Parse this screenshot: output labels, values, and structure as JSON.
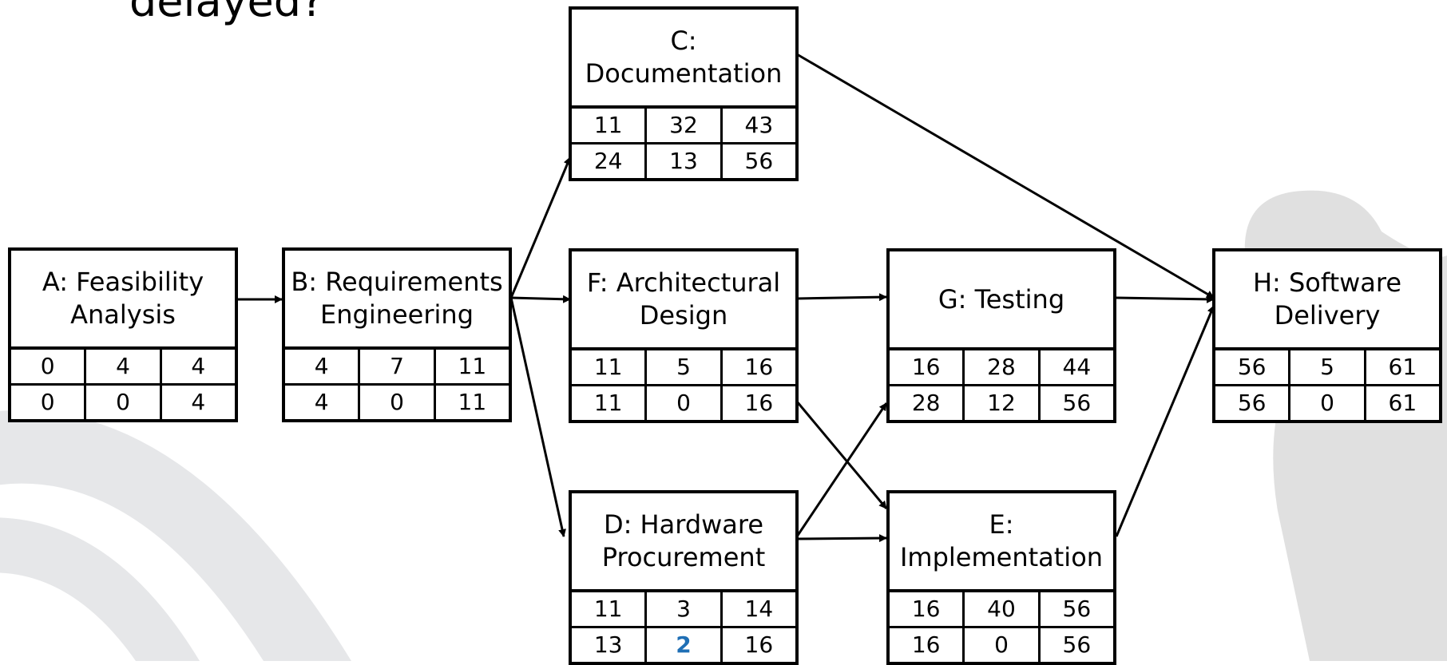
{
  "heading_fragment": "delayed?",
  "colors": {
    "highlight": "#1f6fb5",
    "background_arc": "#e3e4e6",
    "silhouette": "#dcdcdc"
  },
  "nodes": {
    "A": {
      "title": "A: Feasibility Analysis",
      "es": "0",
      "duration": "4",
      "ef": "4",
      "ls": "0",
      "slack": "0",
      "lf": "4"
    },
    "B": {
      "title": "B: Requirements Engineering",
      "es": "4",
      "duration": "7",
      "ef": "11",
      "ls": "4",
      "slack": "0",
      "lf": "11"
    },
    "C": {
      "title": "C: Documentation",
      "es": "11",
      "duration": "32",
      "ef": "43",
      "ls": "24",
      "slack": "13",
      "lf": "56"
    },
    "F": {
      "title": "F: Architectural Design",
      "es": "11",
      "duration": "5",
      "ef": "16",
      "ls": "11",
      "slack": "0",
      "lf": "16"
    },
    "D": {
      "title": "D: Hardware Procurement",
      "es": "11",
      "duration": "3",
      "ef": "14",
      "ls": "13",
      "slack": "2",
      "lf": "16"
    },
    "G": {
      "title": "G: Testing",
      "es": "16",
      "duration": "28",
      "ef": "44",
      "ls": "28",
      "slack": "12",
      "lf": "56"
    },
    "E": {
      "title": "E: Implementation",
      "es": "16",
      "duration": "40",
      "ef": "56",
      "ls": "16",
      "slack": "0",
      "lf": "56"
    },
    "H": {
      "title": "H: Software Delivery",
      "es": "56",
      "duration": "5",
      "ef": "61",
      "ls": "56",
      "slack": "0",
      "lf": "61"
    }
  },
  "edges": [
    {
      "from": "A",
      "to": "B"
    },
    {
      "from": "B",
      "to": "C"
    },
    {
      "from": "B",
      "to": "F"
    },
    {
      "from": "B",
      "to": "D"
    },
    {
      "from": "C",
      "to": "H"
    },
    {
      "from": "F",
      "to": "G"
    },
    {
      "from": "F",
      "to": "E"
    },
    {
      "from": "D",
      "to": "G"
    },
    {
      "from": "D",
      "to": "E"
    },
    {
      "from": "G",
      "to": "H"
    },
    {
      "from": "E",
      "to": "H"
    }
  ]
}
